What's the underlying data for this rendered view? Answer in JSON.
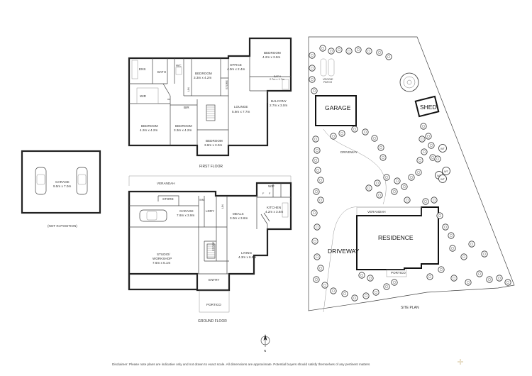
{
  "first_floor": {
    "label": "FIRST FLOOR",
    "rooms": {
      "ens": "ENS",
      "wc": "WC",
      "bath": "BATH",
      "bedroom_3_3x4_2": [
        "BEDROOM",
        "3.3m x 4.2m"
      ],
      "office": [
        "OFFICE",
        "4.0m x 2.4m"
      ],
      "bedroom_4_2x3_9": [
        "BEDROOM",
        "4.2m x 3.9m"
      ],
      "bath_small": [
        "BATH",
        "2.7m x 1.7m"
      ],
      "wir": "WIR",
      "lin": "LIN",
      "store": "STORE",
      "bir": "BIR",
      "lounge": [
        "LOUNGE",
        "5.9m x 7.7m"
      ],
      "balcony": [
        "BALCONY",
        "2.7m x 3.0m"
      ],
      "bedroom_4_2x4_2": [
        "BEDROOM",
        "4.2m x 4.2m"
      ],
      "bedroom_3_3x4_2b": [
        "BEDROOM",
        "3.3m x 4.2m"
      ],
      "bedroom_3_8x3_0": [
        "BEDROOM",
        "3.8m x 3.0m"
      ]
    }
  },
  "ground_floor": {
    "label": "GROUND FLOOR",
    "rooms": {
      "verandah": "VERANDAH",
      "store": "STORE",
      "wip": "WIP",
      "ff1": "F",
      "ff2": "F",
      "garage": [
        "GARAGE",
        "7.8m x 3.9m"
      ],
      "ldry": "LDRY",
      "lin": "LIN",
      "meals": [
        "MEALS",
        "3.0m x 3.6m"
      ],
      "kitchen": [
        "KITCHEN",
        "4.2m x 3.6m"
      ],
      "studio": [
        "STUDIO/",
        "WORKSHOP",
        "7.6m x 6.1m"
      ],
      "store2": "STORE",
      "living": [
        "LIVING",
        "4.3m x 6.8m"
      ],
      "entry": "ENTRY",
      "portico": "PORTICO",
      "wm": "WM"
    }
  },
  "detached_garage": {
    "name": "GARAGE",
    "size": "9.5m x 7.0m",
    "note": "(NOT IN POSITION)"
  },
  "site_plan": {
    "label": "SITE PLAN",
    "garage": "GARAGE",
    "shed": "SHED",
    "residence": "RESIDENCE",
    "verandah": "VERANDAH",
    "portico": "PORTICO",
    "driveway_top": "DRIVEWAY",
    "driveway_bottom": "DRIVEWAY",
    "veggie": [
      "VEGGIE",
      "PATCH"
    ],
    "wt": [
      "WT",
      "WT",
      "WT",
      "WT"
    ]
  },
  "compass": {
    "letter": "N"
  },
  "disclaimer": "Disclaimer: Please note plans are indicative only and not drawn to exact scale. All dimensions are approximate. Potential buyers should satisfy themselves of any pertinent matters",
  "colors": {
    "line": "#222222",
    "brand": "#e9dfc9"
  }
}
